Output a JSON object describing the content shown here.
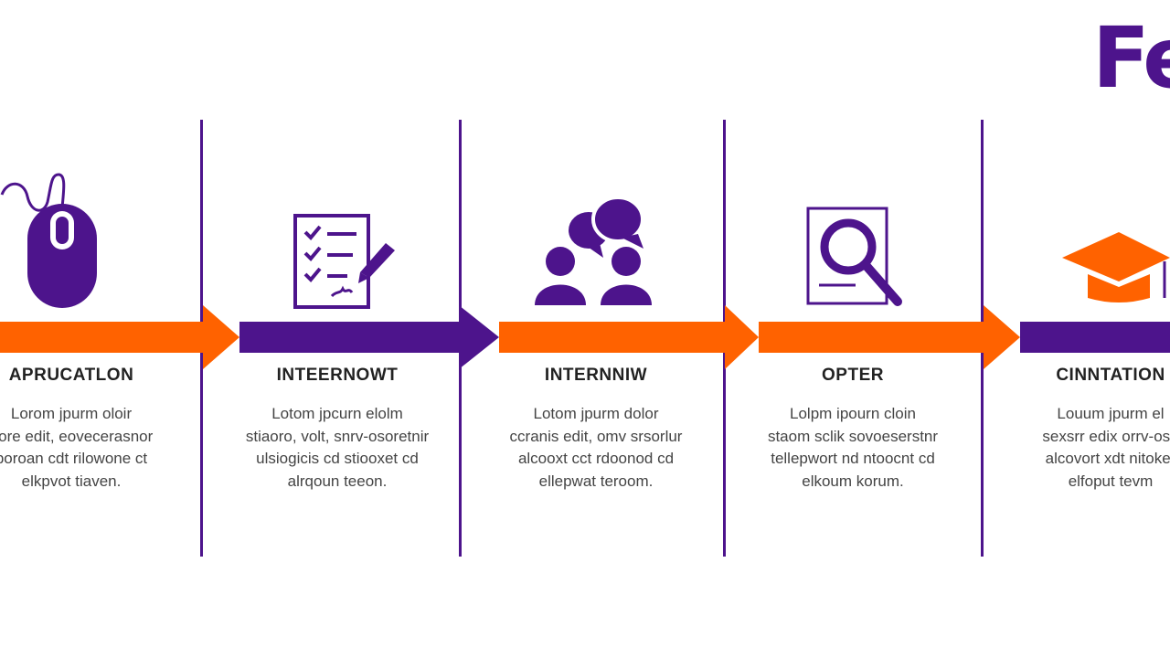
{
  "brand": {
    "logo_text": "Fe",
    "primary": "#4d148c",
    "accent": "#ff6200"
  },
  "steps": [
    {
      "label": "APRUCATLON",
      "icon": "mouse-icon",
      "lines": [
        "Lorom jpurm oloir",
        "hore edit, eovecerasnor",
        "poroan cdt rilowone ct",
        "elkpvot tiaven."
      ]
    },
    {
      "label": "INTEERNOWT",
      "icon": "checklist-icon",
      "lines": [
        "Lotom jpcurn elolm",
        "stiaoro, volt, snrv-osoretnir",
        "ulsiogicis cd stiooxet cd",
        "alrqoun teeon."
      ]
    },
    {
      "label": "INTERNNIW",
      "icon": "interview-icon",
      "lines": [
        "Lotom jpurm dolor",
        "ccranis edit, omv srsorlur",
        "alcooxt cct rdoonod cd",
        "ellepwat teroom."
      ]
    },
    {
      "label": "OPTER",
      "icon": "document-search-icon",
      "lines": [
        "Lolpm ipourn cloin",
        "staom sclik sovoeserstnr",
        "tellepwort nd ntoocnt cd",
        "elkoum korum."
      ]
    },
    {
      "label": "CINNTATION",
      "icon": "graduation-cap-icon",
      "lines": [
        "Louum jpurm el",
        "sexsrr edix orrv-ose",
        "alcovort xdt nitoker",
        "elfoput tevm"
      ]
    }
  ]
}
